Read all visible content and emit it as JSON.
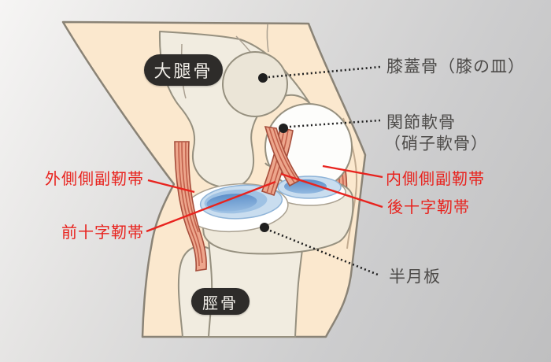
{
  "diagram": {
    "title": "knee-joint-anatomy",
    "bones": {
      "femur": "大腿骨",
      "tibia": "脛骨"
    },
    "gray_annotations": {
      "patella": "膝蓋骨（膝の皿）",
      "cartilage_line1": "関節軟骨",
      "cartilage_line2": "（硝子軟骨）",
      "meniscus": "半月板"
    },
    "red_annotations": {
      "lateral_collateral": "外側側副靭帯",
      "anterior_cruciate": "前十字靭帯",
      "medial_collateral": "内側側副靭帯",
      "posterior_cruciate": "後十字靭帯"
    },
    "colors": {
      "annotation_red": "#e8231e",
      "annotation_gray": "#4d4b49",
      "skin": "#fbe8ce",
      "bone": "#f1ece0",
      "cartilage_white": "#fdfdfb",
      "meniscus_blue": "#6092cc",
      "ligament_pink": "#eda68c",
      "ligament_stripe": "#c2604b",
      "label_pill_bg": "#2e2c2a"
    }
  }
}
